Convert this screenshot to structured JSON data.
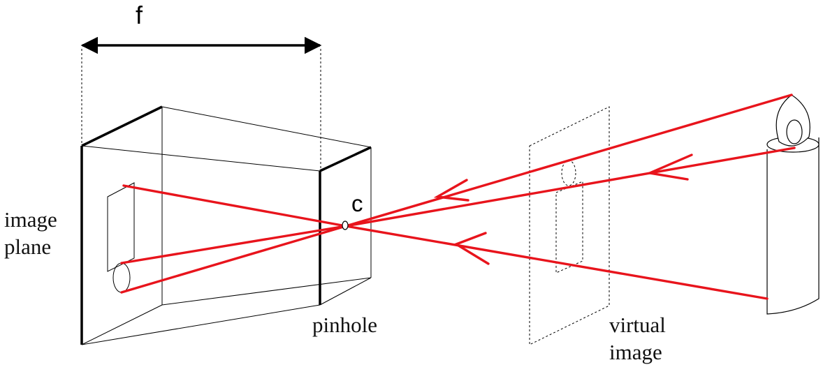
{
  "labels": {
    "focal_length": "f",
    "center": "c",
    "image_plane_line1": "image",
    "image_plane_line2": "plane",
    "pinhole": "pinhole",
    "virtual_image_line1": "virtual",
    "virtual_image_line2": "image"
  },
  "colors": {
    "ray": "#e8141c",
    "line": "#000000",
    "background": "#ffffff"
  }
}
